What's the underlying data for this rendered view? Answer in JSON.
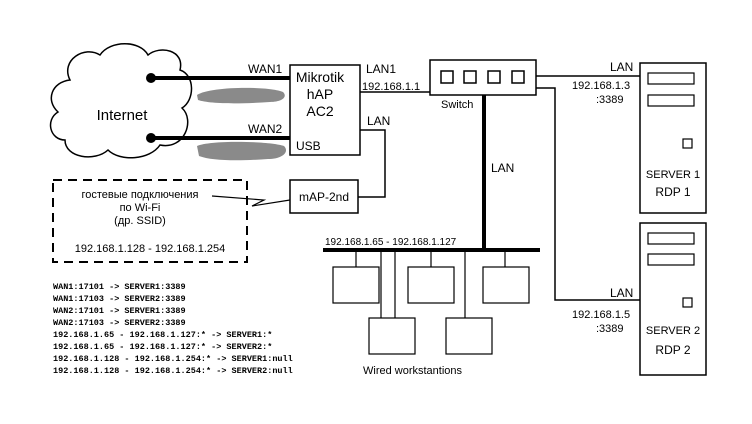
{
  "cloud_label": "Internet",
  "router": {
    "line1": "Mikrotik",
    "line2": "hAP",
    "line3": "AC2",
    "usb_label": "USB"
  },
  "wan1_label": "WAN1",
  "wan2_label": "WAN2",
  "lan1_label": "LAN1",
  "lan1_ip": "192.168.1.1",
  "router_lan_label": "LAN",
  "switch_label": "Switch",
  "switch_lan_label": "LAN",
  "map_label": "mAP-2nd",
  "guest": {
    "line1": "гостевые подключения",
    "line2": "по Wi-Fi",
    "line3": "(др. SSID)",
    "range": "192.168.1.128 - 192.168.1.254"
  },
  "wired_range": "192.168.1.65 - 192.168.1.127",
  "wired_label": "Wired workstantions",
  "server1": {
    "lan": "LAN",
    "ip": "192.168.1.3",
    "port": ":3389",
    "name": "SERVER 1",
    "rdp": "RDP 1"
  },
  "server2": {
    "lan": "LAN",
    "ip": "192.168.1.5",
    "port": ":3389",
    "name": "SERVER 2",
    "rdp": "RDP 2"
  },
  "rules": [
    "WAN1:17101 -> SERVER1:3389",
    "WAN1:17103 -> SERVER2:3389",
    "WAN2:17101 -> SERVER1:3389",
    "WAN2:17103 -> SERVER2:3389",
    "192.168.1.65 - 192.168.1.127:* -> SERVER1:*",
    "192.168.1.65 - 192.168.1.127:* -> SERVER2:*",
    "192.168.1.128 - 192.168.1.254:* -> SERVER1:null",
    "192.168.1.128 - 192.168.1.254:* -> SERVER2:null"
  ]
}
